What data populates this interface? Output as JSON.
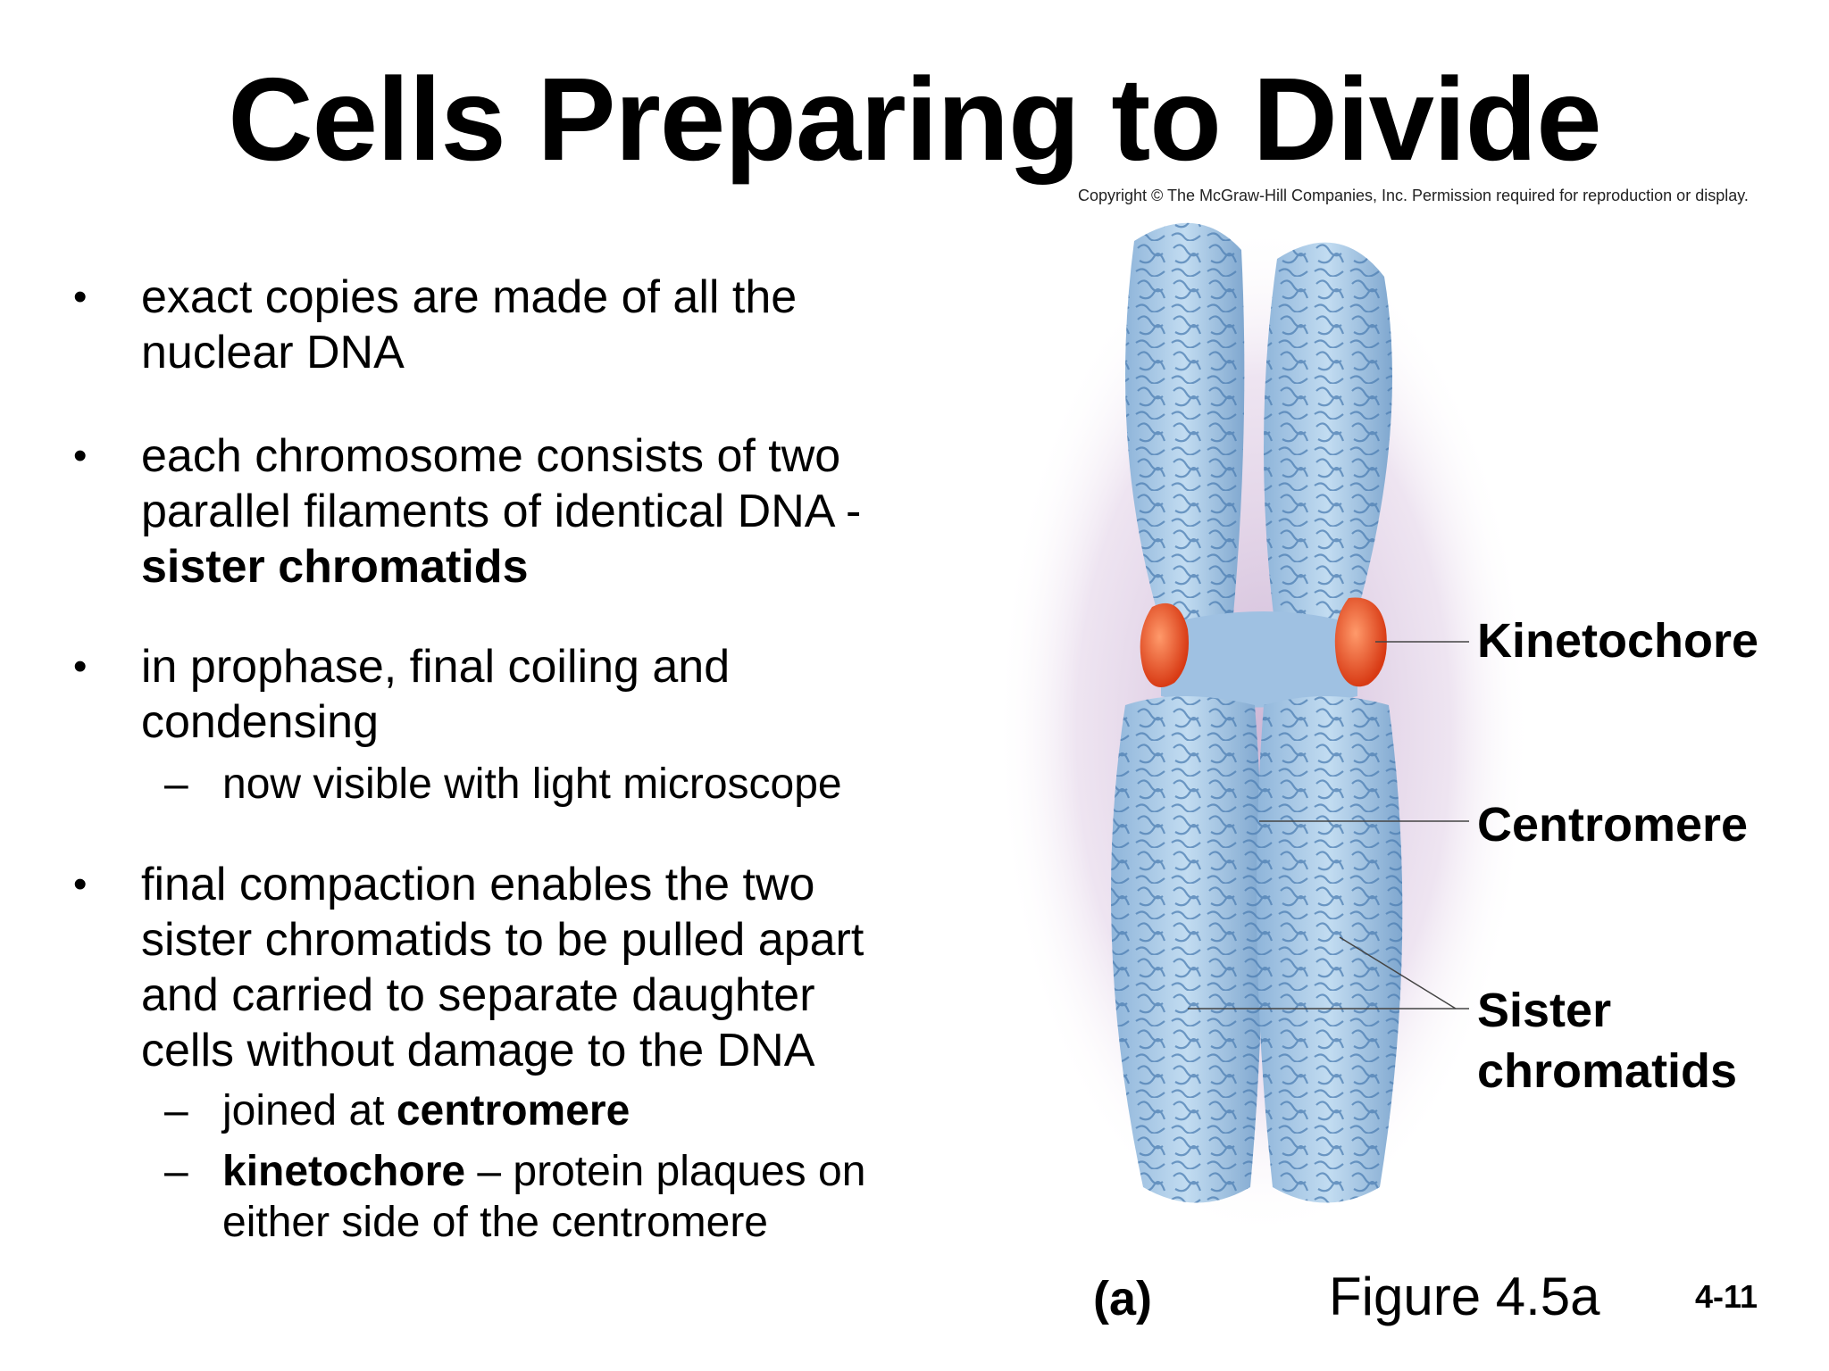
{
  "title": "Cells Preparing to Divide",
  "copyright": "Copyright © The McGraw-Hill Companies, Inc. Permission required for reproduction or display.",
  "bullets": [
    {
      "lines": [
        "exact copies are made of all the",
        "nuclear DNA"
      ]
    },
    {
      "lines": [
        "each chromosome consists of two",
        "parallel filaments of identical DNA -"
      ],
      "bold_line": "sister chromatids"
    },
    {
      "lines": [
        "in prophase, final coiling and",
        "condensing"
      ],
      "subs": [
        "now visible with light microscope"
      ]
    },
    {
      "lines": [
        "final compaction enables the two",
        "sister chromatids to be pulled apart",
        "and carried to separate daughter",
        "cells without damage to the DNA"
      ],
      "sub_joined_prefix": "joined at ",
      "sub_joined_bold": "centromere",
      "sub_kin_bold": "kinetochore",
      "sub_kin_rest": " – protein plaques on",
      "sub_kin_line2": "either side of the centromere"
    }
  ],
  "bullet_symbol": "•",
  "dash_symbol": "–",
  "figure": {
    "labels": {
      "kinetochore": "Kinetochore",
      "centromere": "Centromere",
      "sister_line1": "Sister",
      "sister_line2": "chromatids"
    },
    "panel_letter": "(a)",
    "figure_ref": "Figure 4.5a",
    "colors": {
      "chromatid": "#a9cbe8",
      "chromatid_dark": "#5f8fbf",
      "kinetochore": "#e0461f",
      "halo": "#c9b0d2"
    }
  },
  "slide_number": "4-11"
}
